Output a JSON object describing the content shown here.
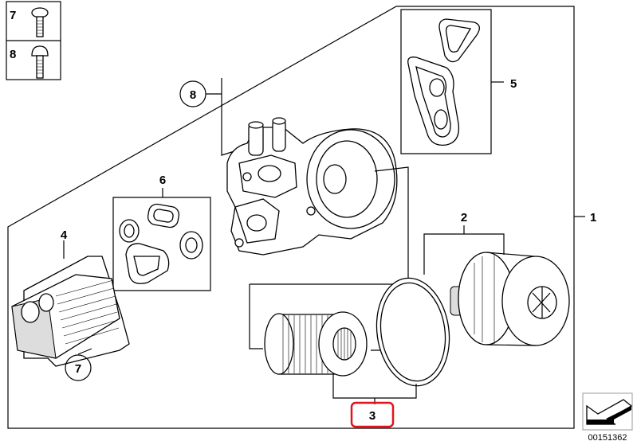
{
  "diagram": {
    "legend": [
      {
        "number": "7",
        "part": "bolt-round-head-icon"
      },
      {
        "number": "8",
        "part": "bolt-hex-head-icon"
      }
    ],
    "callouts": {
      "c1": "1",
      "c2": "2",
      "c3": "3",
      "c4": "4",
      "c5": "5",
      "c6": "6",
      "c7": "7",
      "c8": "8"
    },
    "highlighted_callout": "3",
    "highlight_color": "#e0141e",
    "document_id": "00151362"
  }
}
